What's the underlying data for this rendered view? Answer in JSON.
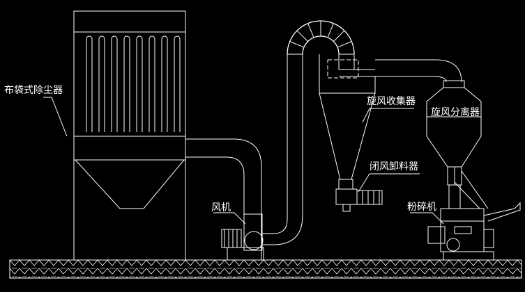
{
  "labels": {
    "bag_filter": "布袋式除尘器",
    "cyclone_collector": "旋风收集器",
    "cyclone_separator": "旋风分离器",
    "airlock_feeder": "闭风卸料器",
    "fan": "风机",
    "pulverizer": "粉碎机"
  },
  "colors": {
    "background": "#000000",
    "line": "#ffffff"
  }
}
